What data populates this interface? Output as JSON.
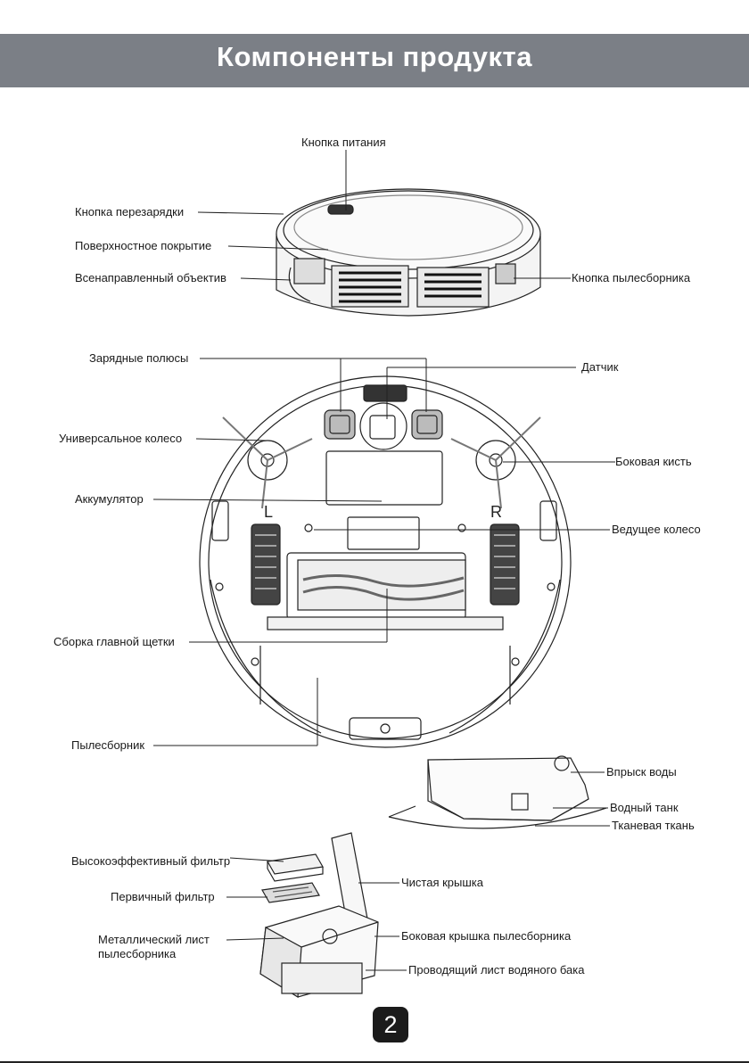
{
  "header": {
    "title": "Компоненты продукта"
  },
  "labels": {
    "power_button": "Кнопка питания",
    "recharge_button": "Кнопка перезарядки",
    "surface_cover": "Поверхностное покрытие",
    "omni_lens": "Всенаправленный объектив",
    "dustbin_button": "Кнопка пылесборника",
    "charging_poles": "Зарядные полюсы",
    "sensor": "Датчик",
    "universal_wheel": "Универсальное колесо",
    "side_brush": "Боковая кисть",
    "battery": "Аккумулятор",
    "drive_wheel": "Ведущее колесо",
    "main_brush": "Сборка главной щетки",
    "dustbin": "Пылесборник",
    "water_injection": "Впрыск воды",
    "water_tank": "Водный танк",
    "cloth": "Тканевая ткань",
    "hepa_filter": "Высокоэффективный фильтр",
    "primary_filter": "Первичный фильтр",
    "clean_cover": "Чистая крышка",
    "metal_sheet": "Металлический лист пылесборника",
    "dustbin_side_cover": "Боковая крышка пылесборника",
    "tank_guide_sheet": "Проводящий лист водяного бака"
  },
  "wheel_marks": {
    "left": "L",
    "right": "R"
  },
  "page_number": "2"
}
